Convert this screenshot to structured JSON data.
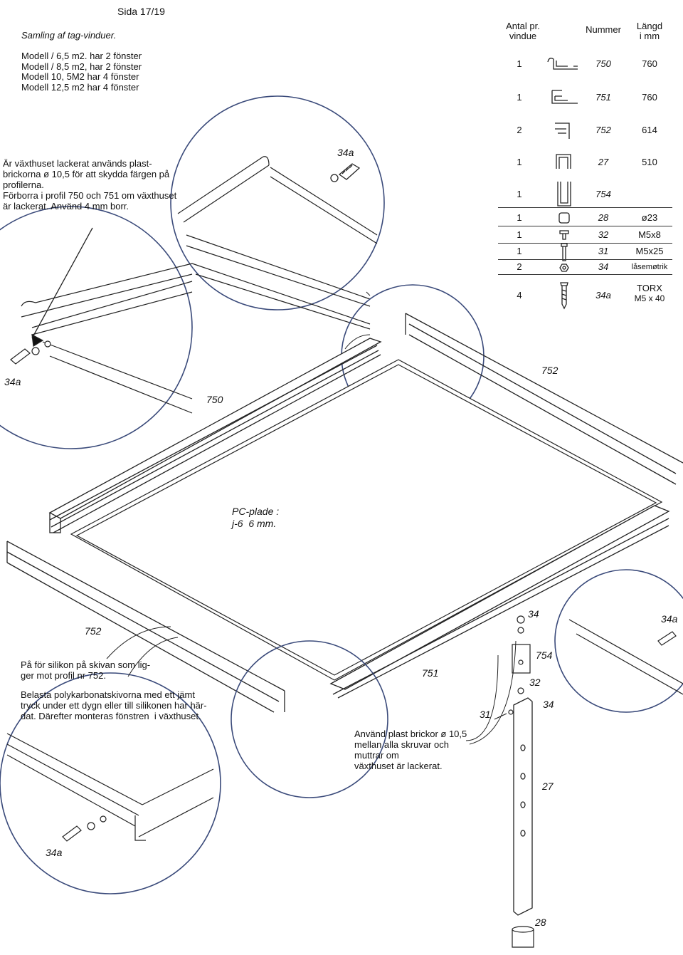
{
  "page": {
    "label": "Sida 17/19"
  },
  "title": "Samling af tag-vinduer.",
  "models": [
    "Modell / 6,5 m2. har 2 fönster",
    "Modell / 8,5 m2, har 2 fönster",
    "Modell 10, 5M2 har 4 fönster",
    "Modell 12,5 m2 har 4 fönster"
  ],
  "note_top": [
    "Är växthuset lackerat används plast-",
    "brickorna ø 10,5 för att skydda färgen på",
    "profilerna.",
    "Förborra i profil 750 och 751 om växthuset",
    "är lackerat. Använd 4 mm borr."
  ],
  "parts_table": {
    "headers": {
      "qty_line1": "Antal pr.",
      "qty_line2": "vindue",
      "number": "Nummer",
      "length_line1": "Längd",
      "length_line2": "i mm"
    },
    "rows": [
      {
        "qty": "1",
        "icon": "profile-750-icon",
        "number": "750",
        "length": "760"
      },
      {
        "qty": "1",
        "icon": "profile-751-icon",
        "number": "751",
        "length": "760"
      },
      {
        "qty": "2",
        "icon": "profile-752-icon",
        "number": "752",
        "length": "614"
      },
      {
        "qty": "1",
        "icon": "bracket-27-icon",
        "number": "27",
        "length": "510"
      },
      {
        "qty": "1",
        "icon": "profile-754-icon",
        "number": "754",
        "length": ""
      },
      {
        "qty": "1",
        "icon": "plug-28-icon",
        "number": "28",
        "length": "ø23"
      },
      {
        "qty": "1",
        "icon": "bolt-32-icon",
        "number": "32",
        "length": "M5x8"
      },
      {
        "qty": "1",
        "icon": "bolt-31-icon",
        "number": "31",
        "length": "M5x25"
      },
      {
        "qty": "2",
        "icon": "nut-34-icon",
        "number": "34",
        "length": "låsemøtrik"
      },
      {
        "qty": "4",
        "icon": "screw-34a-icon",
        "number": "34a",
        "length_line1": "TORX",
        "length_line2": "M5 x 40"
      }
    ]
  },
  "callouts": {
    "screw_top": "34a",
    "screw_left": "34a",
    "profile_750": "750",
    "profile_752_top": "752",
    "pc_plate_line1": "PC-plade :",
    "pc_plate_line2": "j-6  6 mm.",
    "profile_752_bottom": "752",
    "profile_751": "751",
    "nut_34": "34",
    "screw_34a_right": "34a",
    "bracket_754": "754",
    "bolt_32": "32",
    "nut_34_side": "34",
    "bolt_31": "31",
    "bracket_27": "27",
    "plug_28": "28",
    "screw_34a_bottom": "34a"
  },
  "note_silicone": [
    "På för silikon på skivan som lig-",
    "ger mot profil nr 752."
  ],
  "note_press": [
    "Belasta polykarbonatskivorna med ett jämt",
    "tryck under ett dygn eller till silikonen har här-",
    "dat. Därefter monteras fönstren  i växthuset."
  ],
  "note_washers": [
    "Använd plast brickor ø 10,5",
    "mellan alla skruvar och",
    "muttrar om",
    "växthuset är lackerat."
  ]
}
